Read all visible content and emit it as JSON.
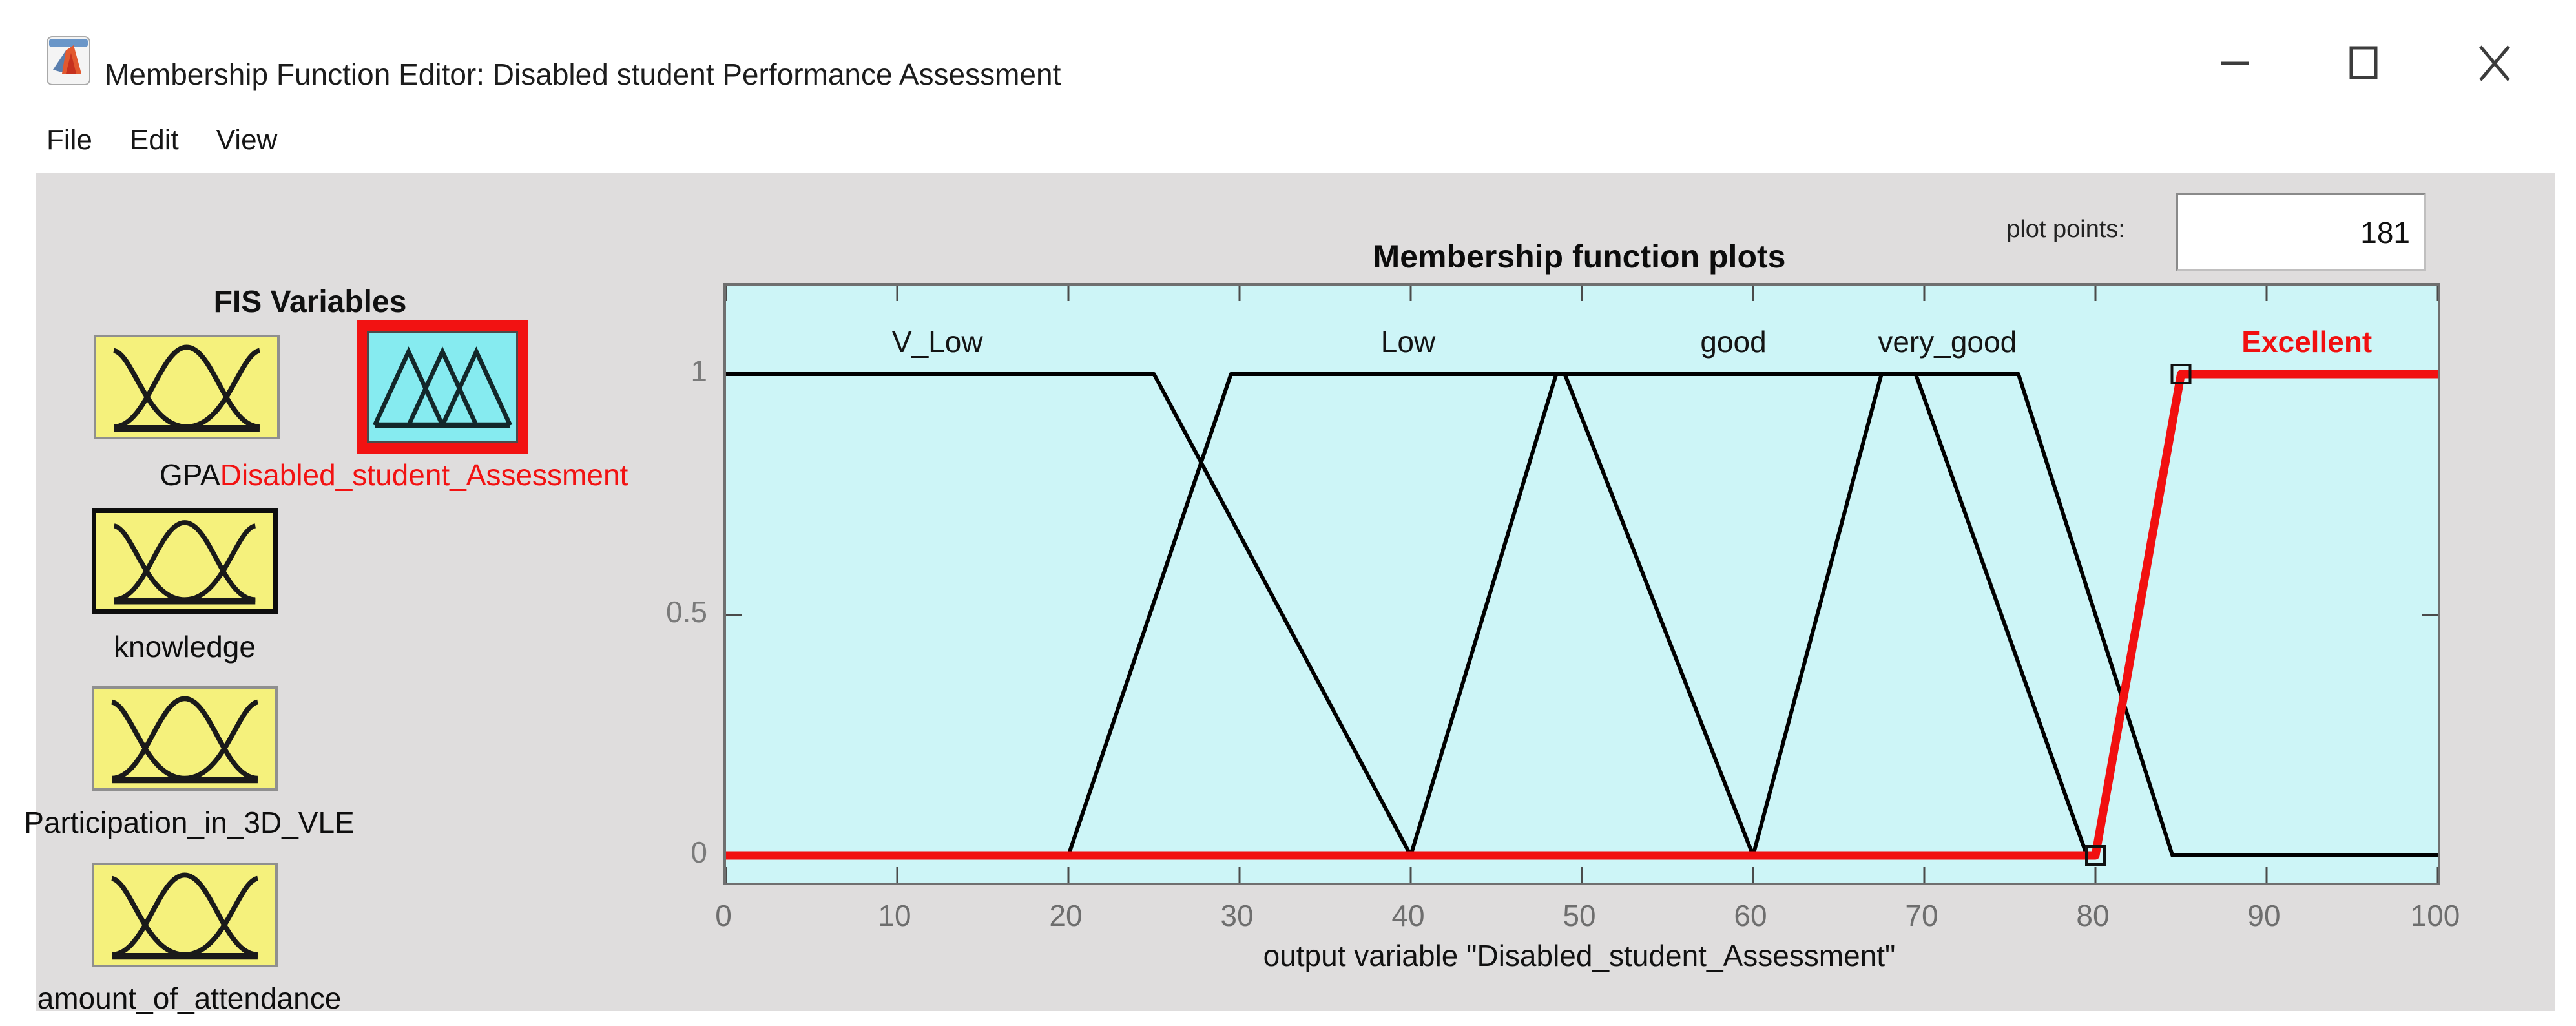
{
  "window": {
    "title": "Membership Function Editor: Disabled student Performance Assessment"
  },
  "menu": {
    "items": [
      "File",
      "Edit",
      "View"
    ]
  },
  "fis_panel": {
    "header": "FIS Variables",
    "variables": [
      {
        "name": "GPA",
        "role": "input",
        "selected": false
      },
      {
        "name": "Disabled_student_Assessment",
        "role": "output",
        "selected": true
      },
      {
        "name": "knowledge",
        "role": "input",
        "selected": false
      },
      {
        "name": "Participation_in_3D_VLE",
        "role": "input",
        "selected": false
      },
      {
        "name": "amount_of_attendance",
        "role": "input",
        "selected": false
      }
    ]
  },
  "toolbar": {
    "plot_points_label": "plot points:",
    "plot_points_value": "181"
  },
  "colors": {
    "panel_gray": "#dfdddd",
    "plot_background": "#cdf5f7",
    "variable_yellow": "#f5f17c",
    "variable_cyan": "#86ebf0",
    "selected_red": "#f11010"
  },
  "chart_data": {
    "type": "line",
    "title": "Membership function plots",
    "xlabel": "output variable \"Disabled_student_Assessment\"",
    "xlim": [
      0,
      100
    ],
    "ylim": [
      0,
      1
    ],
    "xticks": [
      0,
      10,
      20,
      30,
      40,
      50,
      60,
      70,
      80,
      90,
      100
    ],
    "yticks": [
      {
        "value": 1,
        "label": "1"
      },
      {
        "value": 0.5,
        "label": "0.5"
      },
      {
        "value": 0,
        "label": "0"
      }
    ],
    "grid": false,
    "legend_position": "labels-above-curves",
    "series": [
      {
        "name": "V_Low",
        "color": "#000000",
        "selected": false,
        "label_x": 12.5,
        "points": [
          [
            0,
            1
          ],
          [
            25,
            1
          ],
          [
            40,
            0
          ]
        ]
      },
      {
        "name": "Low",
        "color": "#000000",
        "selected": false,
        "label_x": 40,
        "points": [
          [
            20,
            0
          ],
          [
            29.5,
            1
          ],
          [
            49,
            1
          ],
          [
            60,
            0
          ]
        ]
      },
      {
        "name": "good",
        "color": "#000000",
        "selected": false,
        "label_x": 59,
        "points": [
          [
            40,
            0
          ],
          [
            48.5,
            1
          ],
          [
            69.5,
            1
          ],
          [
            79.5,
            0
          ]
        ]
      },
      {
        "name": "very_good",
        "color": "#000000",
        "selected": false,
        "label_x": 71.5,
        "points": [
          [
            60,
            0
          ],
          [
            67.5,
            1
          ],
          [
            75.5,
            1
          ],
          [
            84.5,
            0
          ],
          [
            100,
            0
          ]
        ]
      },
      {
        "name": "Excellent",
        "color": "#f11010",
        "selected": true,
        "label_x": 92.5,
        "points": [
          [
            0,
            0
          ],
          [
            80,
            0
          ],
          [
            85,
            1
          ],
          [
            100,
            1
          ]
        ],
        "markers": [
          [
            80,
            0
          ],
          [
            85,
            1
          ]
        ]
      }
    ]
  }
}
